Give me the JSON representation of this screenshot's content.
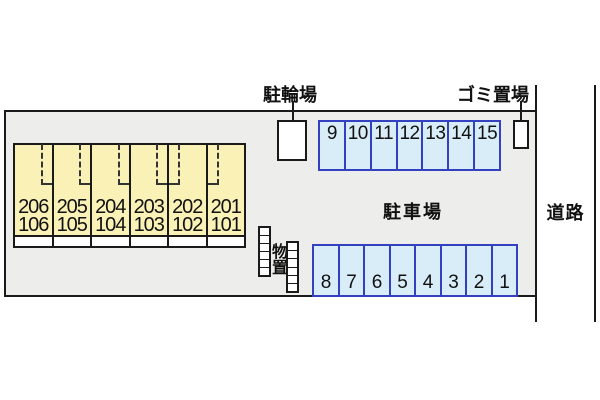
{
  "site": {
    "labels": {
      "bicycle_parking": "駐輪場",
      "garbage_area": "ゴミ置場",
      "parking_lot": "駐車場",
      "road": "道路",
      "storage": "物置"
    },
    "building": {
      "units": [
        {
          "upper": "206",
          "lower": "106"
        },
        {
          "upper": "205",
          "lower": "105"
        },
        {
          "upper": "204",
          "lower": "104"
        },
        {
          "upper": "203",
          "lower": "103"
        },
        {
          "upper": "202",
          "lower": "102"
        },
        {
          "upper": "201",
          "lower": "101"
        }
      ]
    },
    "parking": {
      "top_row": [
        "9",
        "10",
        "11",
        "12",
        "13",
        "14",
        "15"
      ],
      "bottom_row": [
        "8",
        "7",
        "6",
        "5",
        "4",
        "3",
        "2",
        "1"
      ]
    },
    "colors": {
      "site_bg": "#ededeb",
      "building_fill": "#f9f1b5",
      "parking_fill": "#d9edf8",
      "parking_border": "#3340c0",
      "line": "#1a1a1a"
    }
  }
}
